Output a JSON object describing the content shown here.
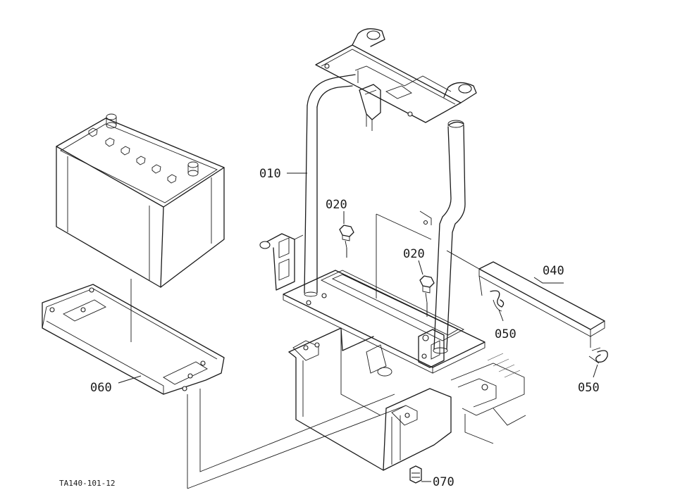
{
  "diagram": {
    "reference_code": "TA140-101-12",
    "callouts": {
      "frame": "010",
      "bolt_upper": "020",
      "bolt_lower": "020",
      "stay": "040",
      "spring_pin_left": "050",
      "spring_pin_right": "050",
      "battery_plate": "060",
      "drain_plug": "070"
    }
  }
}
